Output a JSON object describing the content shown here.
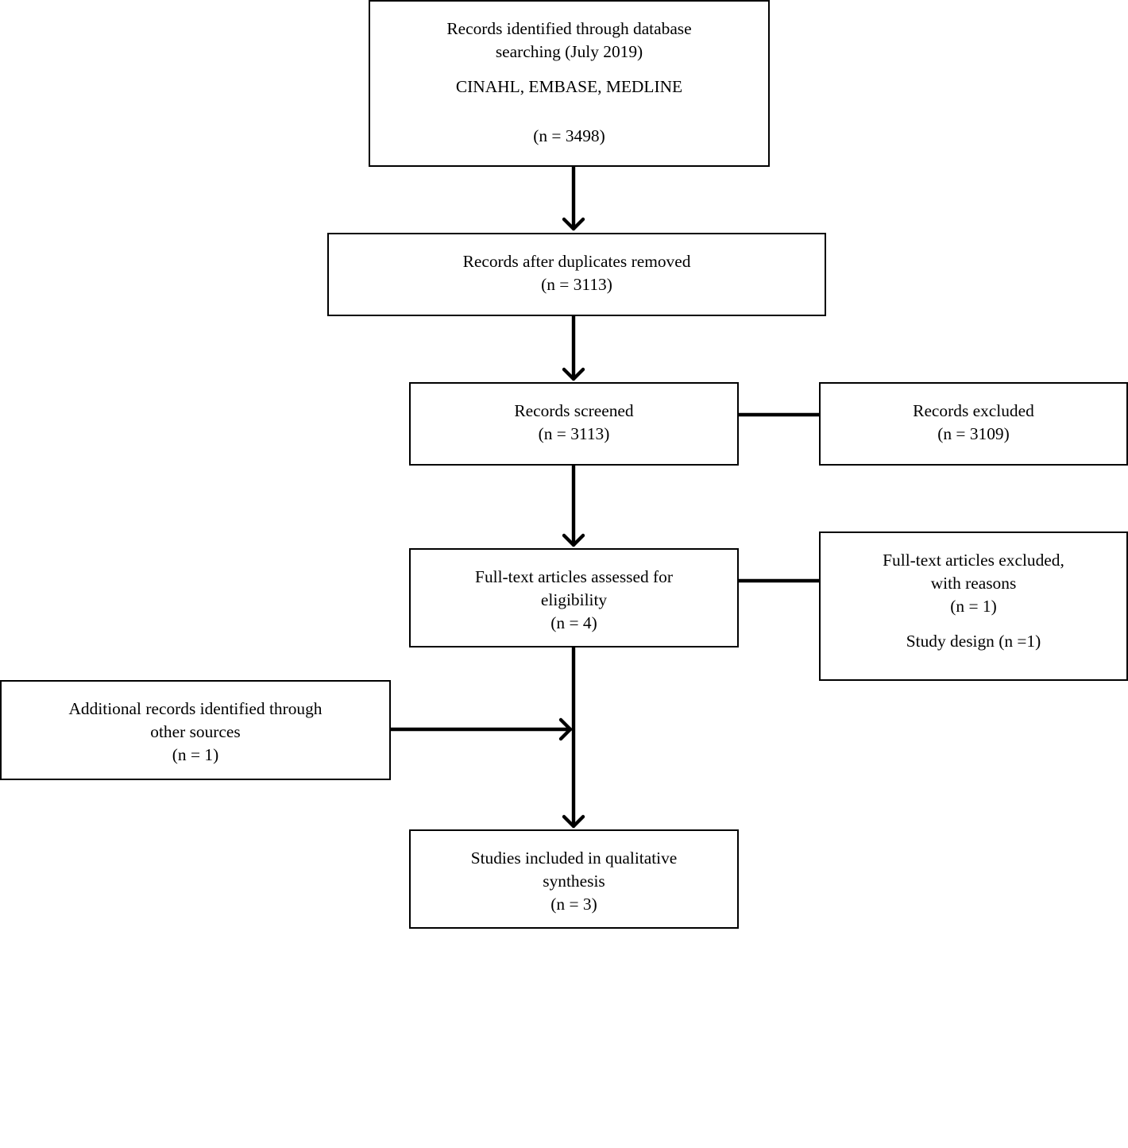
{
  "nodes": {
    "identified": {
      "line1": "Records identified through database",
      "line2": "searching (July 2019)",
      "databases": "CINAHL, EMBASE, MEDLINE",
      "count": "(n = 3498)"
    },
    "after_duplicates": {
      "line1": "Records after duplicates removed",
      "count": "(n = 3113)"
    },
    "screened": {
      "line1": "Records screened",
      "count": "(n = 3113)"
    },
    "excluded": {
      "line1": "Records excluded",
      "count": "(n = 3109)"
    },
    "full_text": {
      "line1": "Full-text articles assessed for",
      "line2": "eligibility",
      "count": "(n = 4)"
    },
    "full_text_excluded": {
      "line1": "Full-text articles excluded,",
      "line2": "with reasons",
      "count": "(n = 1)",
      "reason": "Study design (n =1)"
    },
    "additional": {
      "line1": "Additional records identified through",
      "line2": "other sources",
      "count": "(n = 1)"
    },
    "included": {
      "line1": "Studies included in qualitative",
      "line2": "synthesis",
      "count": "(n = 3)"
    }
  }
}
